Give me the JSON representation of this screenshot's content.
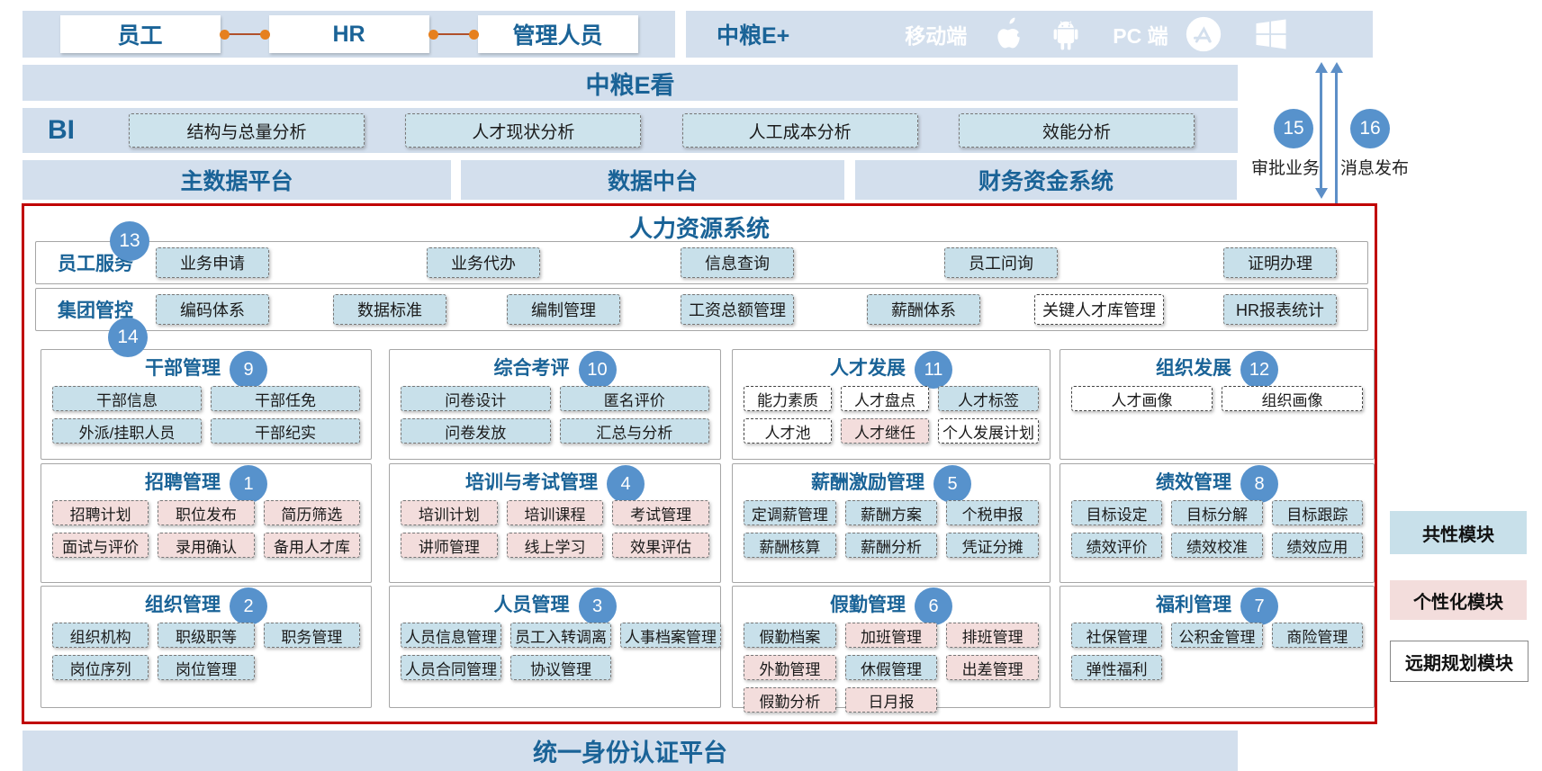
{
  "colors": {
    "accent": "#1a6397",
    "bar": "#d3dfed",
    "common": "#c8e0ea",
    "personalized": "#f3dddc",
    "future": "#ffffff",
    "badge": "#5792cc",
    "frame": "#c00000",
    "connector": "#e6801e",
    "arrow": "#5d8fc7"
  },
  "top": {
    "roles": [
      "员工",
      "HR",
      "管理人员"
    ],
    "platform": {
      "brand": "中粮E+",
      "mobile_label": "移动端",
      "pc_label": "PC 端",
      "icons": [
        "apple-icon",
        "android-icon",
        "appstore-icon",
        "windows-icon"
      ]
    }
  },
  "ekan": {
    "title": "中粮E看"
  },
  "bi": {
    "label": "BI",
    "items": [
      "结构与总量分析",
      "人才现状分析",
      "人工成本分析",
      "效能分析"
    ]
  },
  "platforms": [
    "主数据平台",
    "数据中台",
    "财务资金系统"
  ],
  "flows": [
    {
      "num": "15",
      "label": "审批业务"
    },
    {
      "num": "16",
      "label": "消息发布"
    }
  ],
  "hr": {
    "title": "人力资源系统",
    "service_rows": [
      {
        "label": "员工服务",
        "badge": "13",
        "items": [
          {
            "text": "业务申请",
            "type": "common"
          },
          {
            "text": "业务代办",
            "type": "common"
          },
          {
            "text": "信息查询",
            "type": "common"
          },
          {
            "text": "员工问询",
            "type": "common"
          },
          {
            "text": "证明办理",
            "type": "common"
          }
        ]
      },
      {
        "label": "集团管控",
        "badge": "14",
        "items": [
          {
            "text": "编码体系",
            "type": "common"
          },
          {
            "text": "数据标准",
            "type": "common"
          },
          {
            "text": "编制管理",
            "type": "common"
          },
          {
            "text": "工资总额管理",
            "type": "common"
          },
          {
            "text": "薪酬体系",
            "type": "common"
          },
          {
            "text": "关键人才库管理",
            "type": "future"
          },
          {
            "text": "HR报表统计",
            "type": "common"
          }
        ]
      }
    ],
    "modules": [
      {
        "title": "干部管理",
        "badge": "9",
        "cols": 2,
        "items": [
          {
            "text": "干部信息",
            "type": "common"
          },
          {
            "text": "干部任免",
            "type": "common"
          },
          {
            "text": "外派/挂职人员",
            "type": "common"
          },
          {
            "text": "干部纪实",
            "type": "common"
          }
        ]
      },
      {
        "title": "综合考评",
        "badge": "10",
        "cols": 2,
        "items": [
          {
            "text": "问卷设计",
            "type": "common"
          },
          {
            "text": "匿名评价",
            "type": "common"
          },
          {
            "text": "问卷发放",
            "type": "common"
          },
          {
            "text": "汇总与分析",
            "type": "common"
          }
        ]
      },
      {
        "title": "人才发展",
        "badge": "11",
        "cols": 3,
        "items": [
          {
            "text": "能力素质",
            "type": "future"
          },
          {
            "text": "人才盘点",
            "type": "future"
          },
          {
            "text": "人才标签",
            "type": "common"
          },
          {
            "text": "人才池",
            "type": "future"
          },
          {
            "text": "人才继任",
            "type": "personalized"
          },
          {
            "text": "个人发展计划",
            "type": "future"
          }
        ]
      },
      {
        "title": "组织发展",
        "badge": "12",
        "cols": 2,
        "items": [
          {
            "text": "人才画像",
            "type": "future"
          },
          {
            "text": "组织画像",
            "type": "future"
          }
        ]
      },
      {
        "title": "招聘管理",
        "badge": "1",
        "cols": 3,
        "items": [
          {
            "text": "招聘计划",
            "type": "personalized"
          },
          {
            "text": "职位发布",
            "type": "personalized"
          },
          {
            "text": "简历筛选",
            "type": "personalized"
          },
          {
            "text": "面试与评价",
            "type": "personalized"
          },
          {
            "text": "录用确认",
            "type": "personalized"
          },
          {
            "text": "备用人才库",
            "type": "personalized"
          }
        ]
      },
      {
        "title": "培训与考试管理",
        "badge": "4",
        "cols": 3,
        "items": [
          {
            "text": "培训计划",
            "type": "personalized"
          },
          {
            "text": "培训课程",
            "type": "personalized"
          },
          {
            "text": "考试管理",
            "type": "personalized"
          },
          {
            "text": "讲师管理",
            "type": "personalized"
          },
          {
            "text": "线上学习",
            "type": "personalized"
          },
          {
            "text": "效果评估",
            "type": "personalized"
          }
        ]
      },
      {
        "title": "薪酬激励管理",
        "badge": "5",
        "cols": 3,
        "items": [
          {
            "text": "定调薪管理",
            "type": "common"
          },
          {
            "text": "薪酬方案",
            "type": "common"
          },
          {
            "text": "个税申报",
            "type": "common"
          },
          {
            "text": "薪酬核算",
            "type": "common"
          },
          {
            "text": "薪酬分析",
            "type": "common"
          },
          {
            "text": "凭证分摊",
            "type": "common"
          }
        ]
      },
      {
        "title": "绩效管理",
        "badge": "8",
        "cols": 3,
        "items": [
          {
            "text": "目标设定",
            "type": "common"
          },
          {
            "text": "目标分解",
            "type": "common"
          },
          {
            "text": "目标跟踪",
            "type": "common"
          },
          {
            "text": "绩效评价",
            "type": "common"
          },
          {
            "text": "绩效校准",
            "type": "common"
          },
          {
            "text": "绩效应用",
            "type": "common"
          }
        ]
      },
      {
        "title": "组织管理",
        "badge": "2",
        "cols": 3,
        "items": [
          {
            "text": "组织机构",
            "type": "common"
          },
          {
            "text": "职级职等",
            "type": "common"
          },
          {
            "text": "职务管理",
            "type": "common"
          },
          {
            "text": "岗位序列",
            "type": "common"
          },
          {
            "text": "岗位管理",
            "type": "common"
          }
        ]
      },
      {
        "title": "人员管理",
        "badge": "3",
        "cols": 3,
        "items": [
          {
            "text": "人员信息管理",
            "type": "common"
          },
          {
            "text": "员工入转调离",
            "type": "common"
          },
          {
            "text": "人事档案管理",
            "type": "common"
          },
          {
            "text": "人员合同管理",
            "type": "common"
          },
          {
            "text": "协议管理",
            "type": "common"
          }
        ]
      },
      {
        "title": "假勤管理",
        "badge": "6",
        "cols": 3,
        "items": [
          {
            "text": "假勤档案",
            "type": "common"
          },
          {
            "text": "加班管理",
            "type": "personalized"
          },
          {
            "text": "排班管理",
            "type": "personalized"
          },
          {
            "text": "外勤管理",
            "type": "personalized"
          },
          {
            "text": "休假管理",
            "type": "common"
          },
          {
            "text": "出差管理",
            "type": "personalized"
          },
          {
            "text": "假勤分析",
            "type": "personalized"
          },
          {
            "text": "日月报",
            "type": "personalized"
          }
        ]
      },
      {
        "title": "福利管理",
        "badge": "7",
        "cols": 3,
        "items": [
          {
            "text": "社保管理",
            "type": "common"
          },
          {
            "text": "公积金管理",
            "type": "common"
          },
          {
            "text": "商险管理",
            "type": "common"
          },
          {
            "text": "弹性福利",
            "type": "common"
          }
        ]
      }
    ]
  },
  "legend": [
    {
      "label": "共性模块",
      "type": "common"
    },
    {
      "label": "个性化模块",
      "type": "personalized"
    },
    {
      "label": "远期规划模块",
      "type": "future"
    }
  ],
  "bottom": {
    "title": "统一身份认证平台"
  }
}
